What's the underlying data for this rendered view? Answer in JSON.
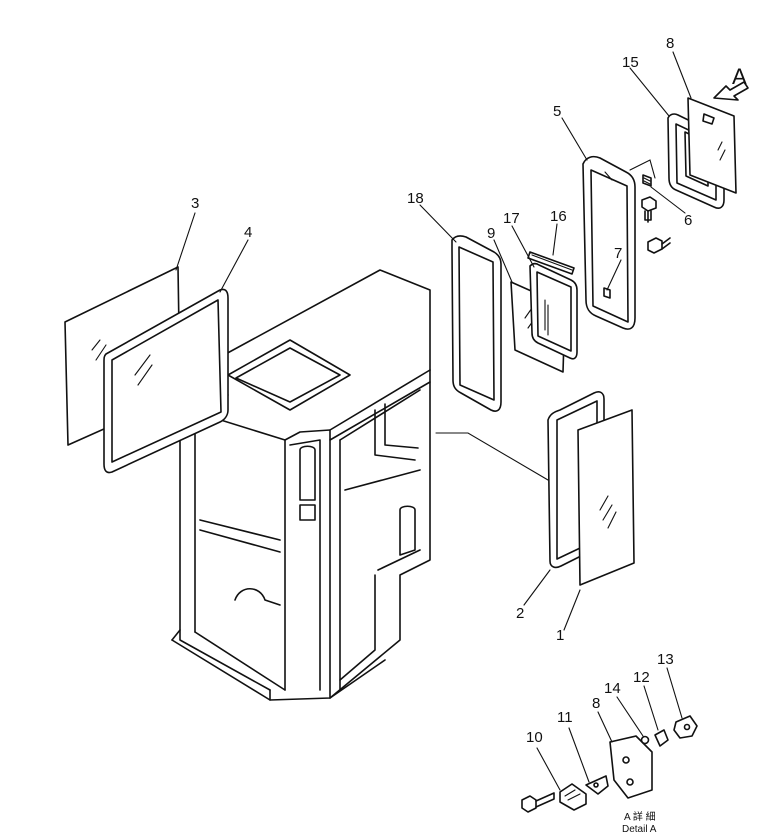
{
  "labels": {
    "p1": "1",
    "p2": "2",
    "p3": "3",
    "p4": "4",
    "p5": "5",
    "p6": "6",
    "p7": "7",
    "p8": "8",
    "p9": "9",
    "p10": "10",
    "p11": "11",
    "p12": "12",
    "p13": "13",
    "p14": "14",
    "p15": "15",
    "p16": "16",
    "p17": "17",
    "p18": "18",
    "p8b": "8"
  },
  "detail": {
    "arrow_label": "A",
    "caption_jp": "A 詳 細",
    "caption_en": "Detail A"
  }
}
